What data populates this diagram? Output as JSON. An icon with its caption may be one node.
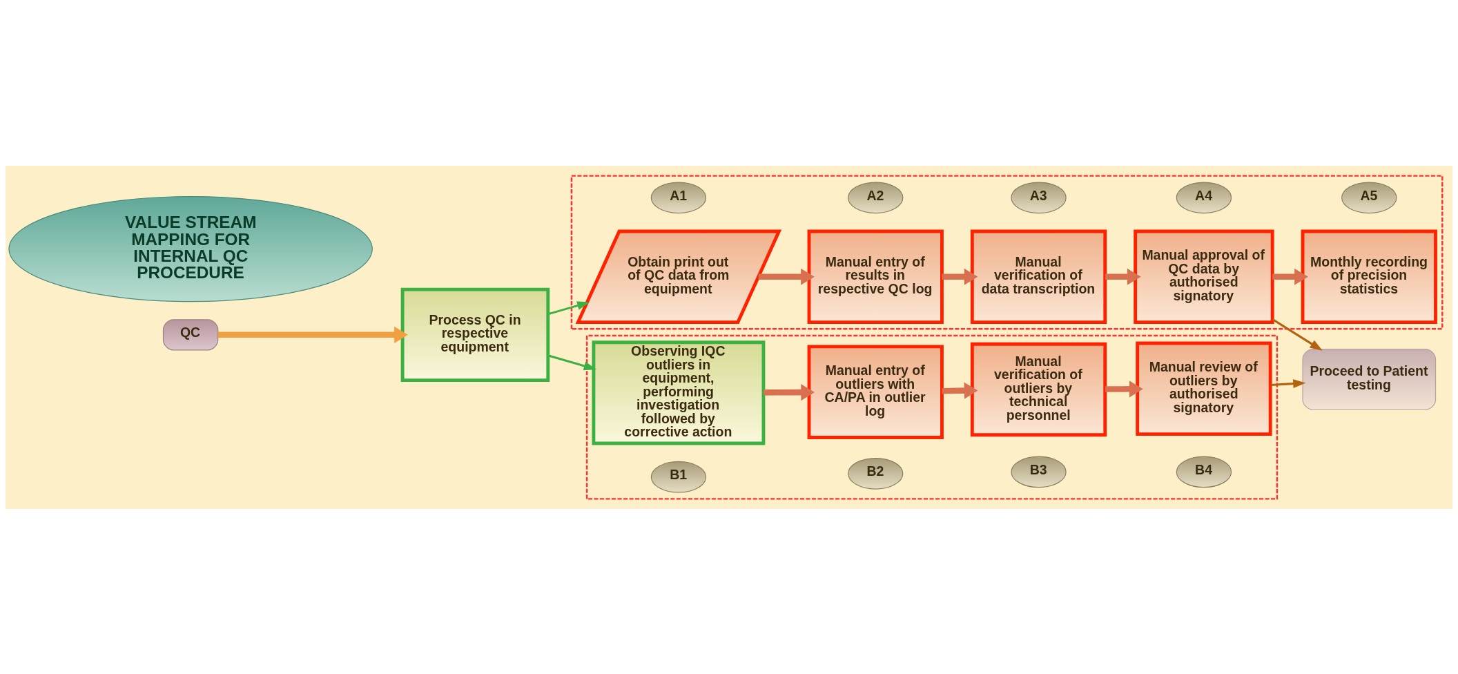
{
  "diagram": {
    "nodes": [
      {
        "text": [],
        "shape": "box"
      },
      {
        "text": [
          "A1"
        ],
        "in": 0
      },
      {
        "text": [
          "A2"
        ],
        "in": 0
      },
      {
        "text": [
          "A3"
        ],
        "in": 0
      },
      {
        "text": [
          "A4"
        ],
        "in": 0
      },
      {
        "text": [
          "A5"
        ],
        "in": 0
      },
      {
        "text": [
          "Obtain print out of QC data from equipment"
        ],
        "in": 0
      },
      {
        "text": [
          "Manual entry of results in respective QC log"
        ],
        "in": 0
      },
      {
        "text": [
          "Manual verification of data transcription"
        ],
        "in": 0
      },
      {
        "text": [
          "Manual approval of QC data by authorised signatory"
        ],
        "in": 0
      },
      {
        "text": [
          "Monthly recording of precision statistics"
        ],
        "in": 0
      },
      {
        "text": [
          "QC"
        ]
      },
      {
        "text": [
          "Process QC in respective equipment"
        ]
      },
      {
        "text": [
          "VALUE STREAM MAPPING FOR INTERNAL QC PROCEDURE"
        ]
      },
      {
        "text": [
          "Proceed to Patient testing"
        ]
      },
      {
        "text": [],
        "shape": "box"
      },
      {
        "text": [
          "Observing IQC outliers in equipment, performing investigation followed by corrective action"
        ],
        "in": 15
      },
      {
        "text": [
          "Manual entry of outliers with CA/PA in outlier log"
        ],
        "in": 15
      },
      {
        "text": [
          "Manual verification of outliers by technical personnel"
        ],
        "in": 15
      },
      {
        "text": [
          "Manual review of outliers by authorised signatory"
        ],
        "in": 15
      },
      {
        "text": [
          "B1"
        ],
        "in": 15
      },
      {
        "text": [
          "B2"
        ],
        "in": 15
      },
      {
        "text": [
          "B3"
        ],
        "in": 15
      },
      {
        "text": [
          "B4"
        ],
        "in": 15
      }
    ],
    "edges": [
      {
        "from": 11,
        "to": 12,
        "arrow": "to",
        "color": "#f0a040"
      },
      {
        "from": 12,
        "to": 6,
        "arrow": "to",
        "color": "#3cb043"
      },
      {
        "from": 6,
        "to": 7,
        "arrow": "to"
      },
      {
        "from": 7,
        "to": 8,
        "arrow": "to"
      },
      {
        "from": 8,
        "to": 9,
        "arrow": "to"
      },
      {
        "from": 9,
        "to": 10,
        "arrow": "to"
      },
      {
        "from": 9,
        "to": 14,
        "arrow": "to",
        "color": "#b5620f"
      },
      {
        "from": 12,
        "to": 16,
        "arrow": "to",
        "color": "#3cb043"
      },
      {
        "from": 16,
        "to": 17,
        "arrow": "to"
      },
      {
        "from": 17,
        "to": 18,
        "arrow": "to"
      },
      {
        "from": 18,
        "to": 19,
        "arrow": "to"
      },
      {
        "from": 19,
        "to": 14,
        "arrow": "to",
        "color": "#b5620f"
      }
    ]
  }
}
